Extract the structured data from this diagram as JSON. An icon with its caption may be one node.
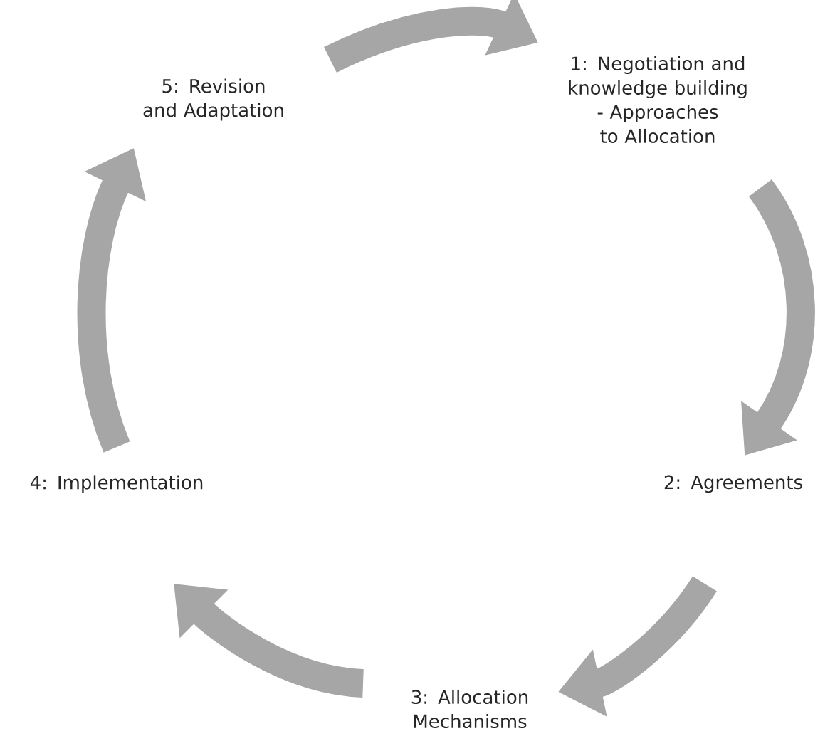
{
  "diagram": {
    "nodes": [
      {
        "text": [
          "1: Negotiation and knowledge building - Approaches to Allocation"
        ]
      },
      {
        "text": [
          "2:  Agreements"
        ]
      },
      {
        "text": [
          "3: Allocation Mechanisms"
        ]
      },
      {
        "text": [
          "4: Implementation"
        ]
      },
      {
        "text": [
          "5: Revision and Adaptation"
        ]
      }
    ],
    "edges": [
      {
        "from": 4,
        "to": 0,
        "arrow": "to"
      },
      {
        "from": 0,
        "to": 1,
        "arrow": "to"
      },
      {
        "from": 1,
        "to": 2,
        "arrow": "to"
      },
      {
        "from": 2,
        "to": 3,
        "arrow": "to"
      },
      {
        "from": 3,
        "to": 4,
        "arrow": "to"
      }
    ]
  }
}
